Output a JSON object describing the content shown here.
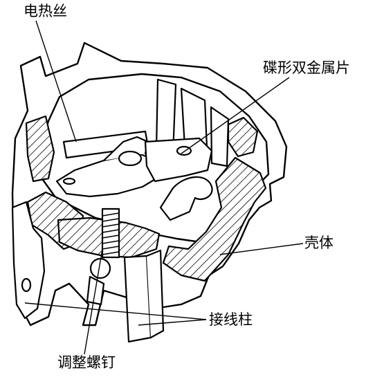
{
  "labels": {
    "heater_wire": "电热丝",
    "bimetal_disc": "碟形双金属片",
    "shell": "壳体",
    "terminal": "接线柱",
    "adjust_screw": "调整螺钉"
  },
  "colors": {
    "line": "#000000",
    "fill": "#ffffff"
  }
}
